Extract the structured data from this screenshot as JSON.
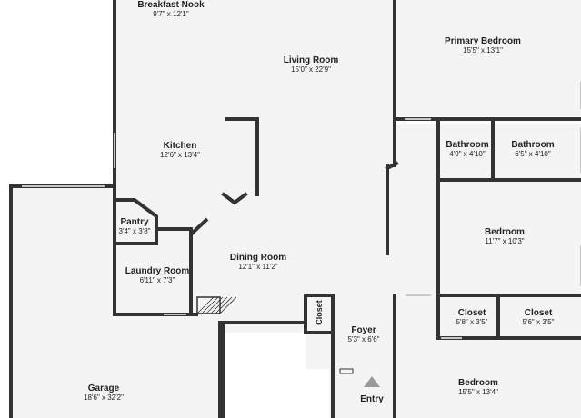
{
  "rooms": {
    "breakfast_nook": {
      "name": "Breakfast Nook",
      "dim": "9'7\" x 12'1\""
    },
    "living_room": {
      "name": "Living Room",
      "dim": "15'0\" x 22'9\""
    },
    "primary_bedroom": {
      "name": "Primary Bedroom",
      "dim": "15'5\" x 13'1\""
    },
    "kitchen": {
      "name": "Kitchen",
      "dim": "12'6\" x 13'4\""
    },
    "bathroom_1": {
      "name": "Bathroom",
      "dim": "4'9\" x 4'10\""
    },
    "bathroom_2": {
      "name": "Bathroom",
      "dim": "6'5\" x 4'10\""
    },
    "pantry": {
      "name": "Pantry",
      "dim": "3'4\" x 3'8\""
    },
    "bedroom_1": {
      "name": "Bedroom",
      "dim": "11'7\" x 10'3\""
    },
    "dining_room": {
      "name": "Dining Room",
      "dim": "12'1\" x 11'2\""
    },
    "laundry_room": {
      "name": "Laundry Room",
      "dim": "6'11\" x 7'3\""
    },
    "closet_foyer": {
      "name": "Closet"
    },
    "closet_1": {
      "name": "Closet",
      "dim": "5'8\" x 3'5\""
    },
    "closet_2": {
      "name": "Closet",
      "dim": "5'6\" x 3'5\""
    },
    "foyer": {
      "name": "Foyer",
      "dim": "5'3\" x 6'6\""
    },
    "garage": {
      "name": "Garage",
      "dim": "18'6\" x 32'2\""
    },
    "bedroom_2": {
      "name": "Bedroom",
      "dim": "15'5\" x 13'4\""
    },
    "entry": {
      "name": "Entry"
    }
  },
  "colors": {
    "floor": "#f4f4f4",
    "wall": "#333333",
    "window": "#c8c8c8",
    "background": "#ffffff"
  }
}
